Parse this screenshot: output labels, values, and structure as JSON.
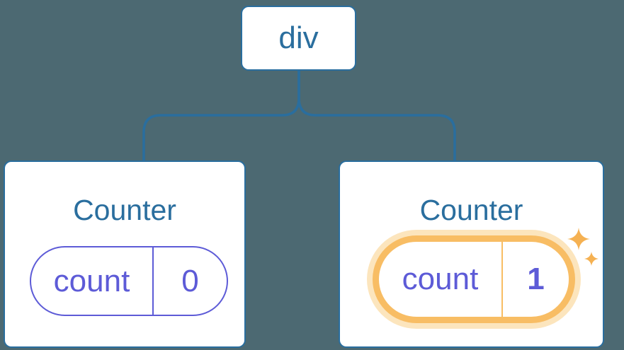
{
  "diagram": {
    "root": {
      "label": "div"
    },
    "children": [
      {
        "title": "Counter",
        "state": {
          "name": "count",
          "value": "0"
        },
        "highlighted": false
      },
      {
        "title": "Counter",
        "state": {
          "name": "count",
          "value": "1"
        },
        "highlighted": true
      }
    ]
  },
  "icons": {
    "new_state_indicator": "sparkles-icon"
  },
  "colors": {
    "background": "#4c6972",
    "node_blue": "#2a6e9e",
    "state_purple": "#5d5bd7",
    "highlight_orange": "#f8bd64",
    "highlight_halo": "#fce5bd",
    "sparkle": "#f5b152"
  }
}
